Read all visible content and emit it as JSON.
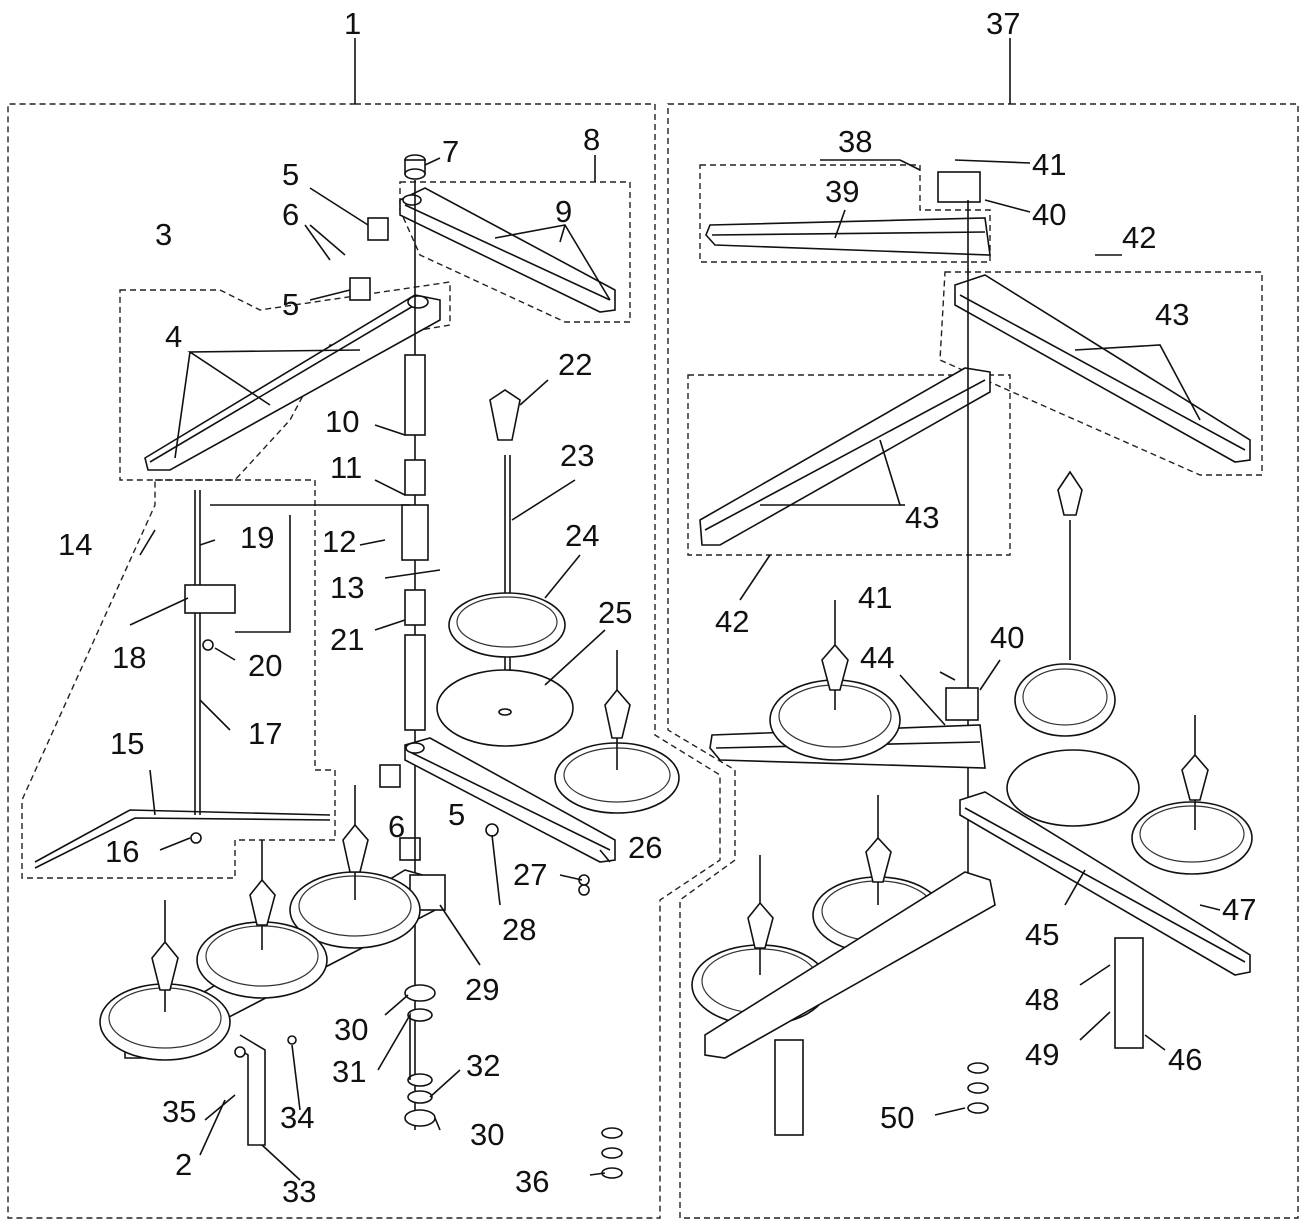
{
  "labels": {
    "l1": "1",
    "l37": "37",
    "l2": "2",
    "l3": "3",
    "l4": "4",
    "l5a": "5",
    "l5b": "5",
    "l5c": "5",
    "l6a": "6",
    "l6b": "6",
    "l7": "7",
    "l8": "8",
    "l9": "9",
    "l10": "10",
    "l11": "11",
    "l12": "12",
    "l13": "13",
    "l14": "14",
    "l15": "15",
    "l16": "16",
    "l17": "17",
    "l18": "18",
    "l19": "19",
    "l20": "20",
    "l21": "21",
    "l22": "22",
    "l23": "23",
    "l24": "24",
    "l25": "25",
    "l26": "26",
    "l27": "27",
    "l28": "28",
    "l29": "29",
    "l30a": "30",
    "l30b": "30",
    "l31": "31",
    "l32": "32",
    "l33": "33",
    "l34": "34",
    "l35": "35",
    "l36": "36",
    "l38": "38",
    "l39": "39",
    "l40a": "40",
    "l40b": "40",
    "l41a": "41",
    "l41b": "41",
    "l42a": "42",
    "l42b": "42",
    "l43a": "43",
    "l43b": "43",
    "l44": "44",
    "l45": "45",
    "l46": "46",
    "l47": "47",
    "l48": "48",
    "l49": "49",
    "l50": "50"
  }
}
